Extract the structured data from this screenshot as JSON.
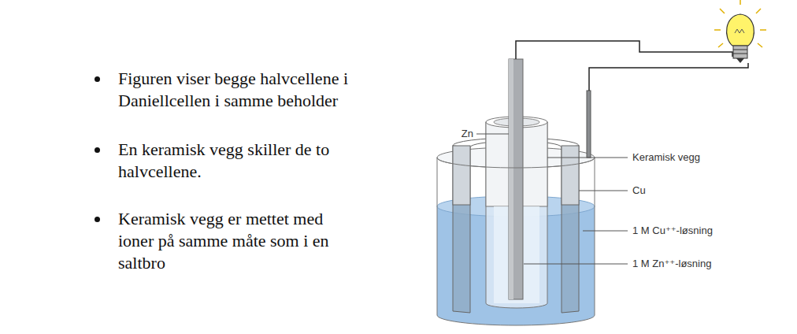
{
  "diagram": {
    "labels": [
      "Figuren viser begge halvcellene i Daniellcellen i samme beholder",
      "En keramisk vegg skiller de to halvcellene.",
      "Keramisk vegg er mettet med ioner på samme måte som i en saltbro",
      "Zn",
      "Keramisk vegg",
      "Cu",
      "1 M Cu⁺⁺-løsning",
      "1 M Zn⁺⁺-løsning"
    ]
  }
}
